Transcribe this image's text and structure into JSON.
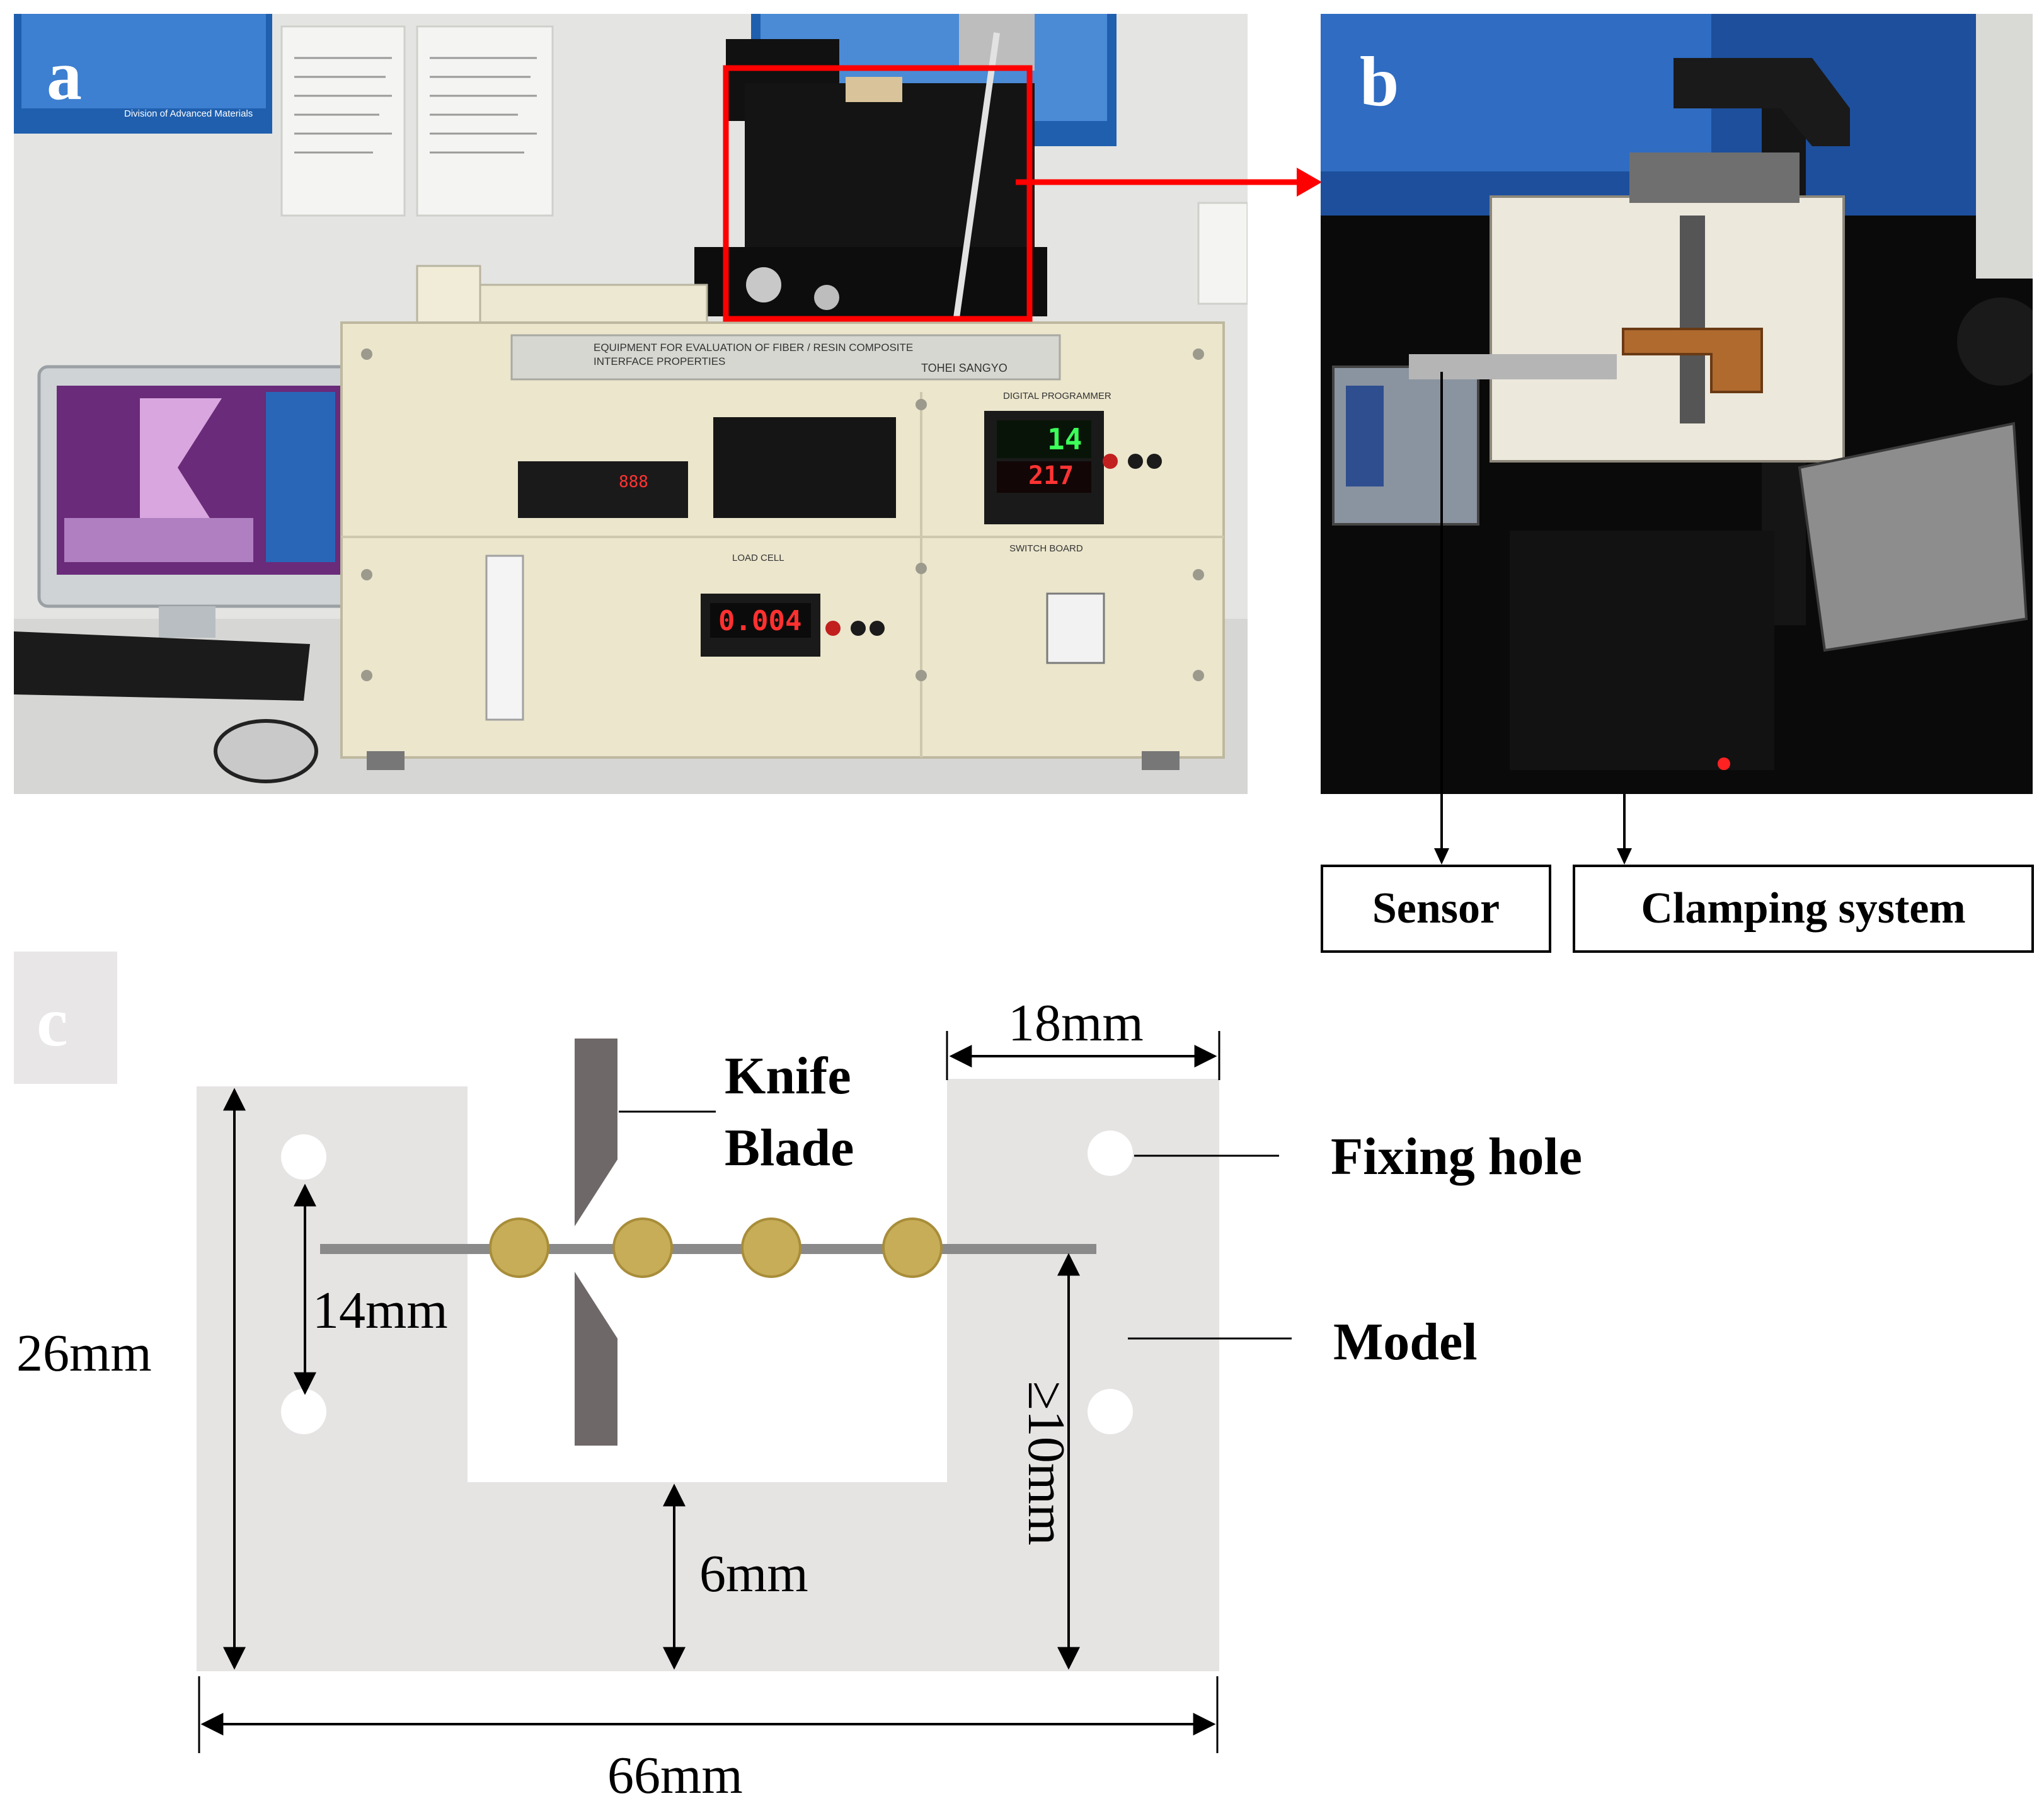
{
  "panels": {
    "a": {
      "letter": "a"
    },
    "b": {
      "letter": "b"
    },
    "c": {
      "letter": "c"
    }
  },
  "panel_b_callouts": {
    "sensor": "Sensor",
    "clamping": "Clamping system"
  },
  "panel_c_labels": {
    "knife": "Knife",
    "blade": "Blade",
    "fixing_hole": "Fixing hole",
    "model": "Model"
  },
  "panel_c_dimensions": {
    "width_total": "66mm",
    "height_total": "26mm",
    "hole_spacing": "14mm",
    "bottom_gap": "6mm",
    "right_opening": "18mm",
    "right_min": "≥10mm"
  },
  "photo_text": {
    "equipment_title": "EQUIPMENT FOR EVALUATION OF FIBER / RESIN COMPOSITE",
    "equipment_subtitle": "INTERFACE PROPERTIES",
    "maker": "TOHEI SANGYO",
    "digital_programmer": "DIGITAL PROGRAMMER",
    "load_cell": "LOAD CELL",
    "switch_board": "SWITCH BOARD",
    "load_readout": "0.004",
    "programmer_top": "14",
    "programmer_bottom": "217",
    "small_readout": "888",
    "poster_division": "Division of Advanced Materials"
  },
  "colors": {
    "highlight_red": "#ff0000",
    "model_fill": "#e6e3e3",
    "blade_fill": "#6e6868",
    "fiber_line": "#8a8a8a",
    "droplet_fill": "#c8ad58",
    "droplet_stroke": "#a88d3a",
    "panel_bg": "#0a0a0a"
  }
}
